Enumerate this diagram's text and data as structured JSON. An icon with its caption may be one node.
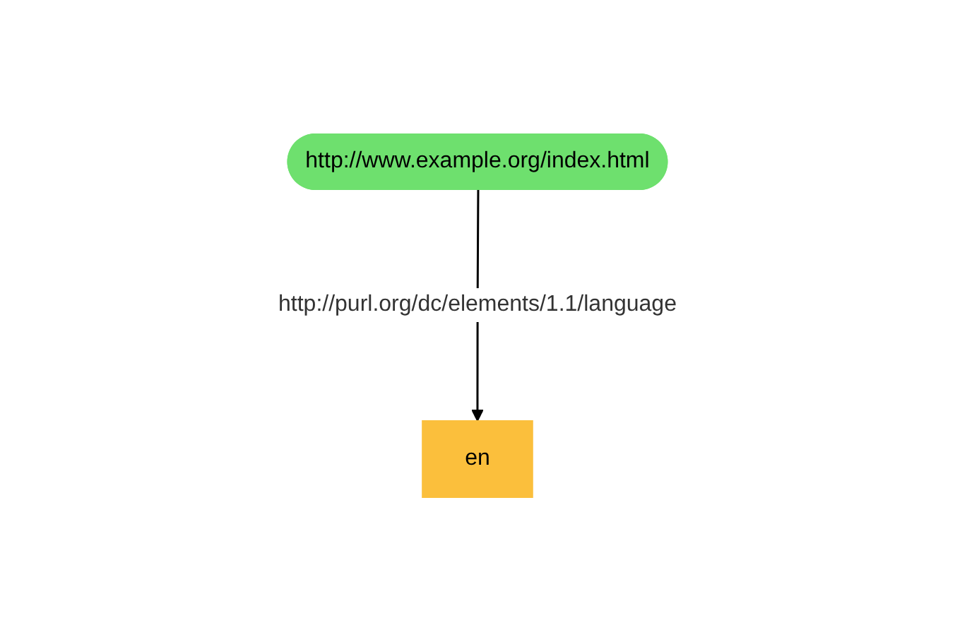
{
  "diagram": {
    "nodes": [
      {
        "text": [
          "http://www.example.org/index.html"
        ]
      },
      {
        "text": [
          "en"
        ]
      }
    ],
    "edges": [
      {
        "from": 0,
        "to": 1,
        "arrow": "to",
        "label": "http://purl.org/dc/elements/1.1/language"
      }
    ]
  }
}
